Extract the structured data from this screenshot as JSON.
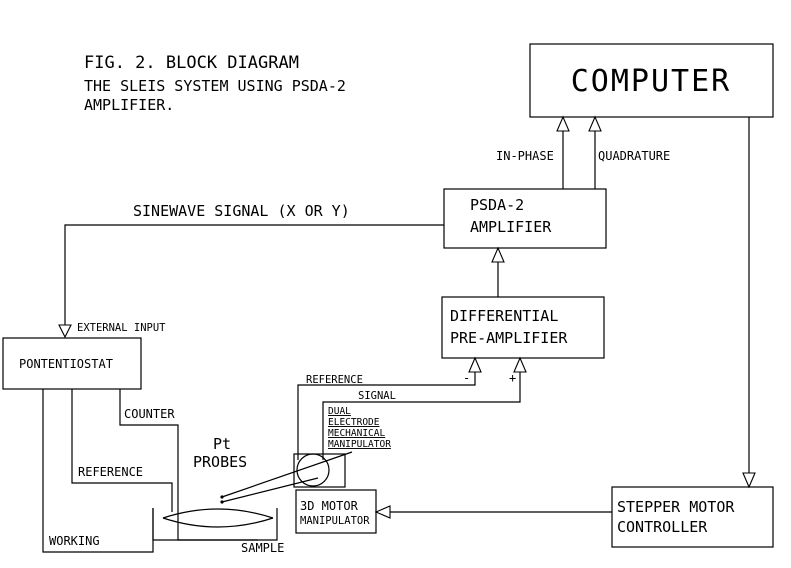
{
  "title": {
    "line1": "FIG. 2. BLOCK DIAGRAM",
    "line2": "THE SLEIS SYSTEM USING PSDA-2",
    "line3": "AMPLIFIER."
  },
  "blocks": {
    "computer": "COMPUTER",
    "psda_line1": "PSDA-2",
    "psda_line2": "AMPLIFIER",
    "diff_line1": "DIFFERENTIAL",
    "diff_line2": "PRE-AMPLIFIER",
    "potentiostat": "PONTENTIOSTAT",
    "motor3d_line1": "3D MOTOR",
    "motor3d_line2": "MANIPULATOR",
    "stepper_line1": "STEPPER MOTOR",
    "stepper_line2": "CONTROLLER"
  },
  "labels": {
    "in_phase": "IN-PHASE",
    "quadrature": "QUADRATURE",
    "sinewave": "SINEWAVE SIGNAL  (X OR Y)",
    "external_input": "EXTERNAL INPUT",
    "reference_top": "REFERENCE",
    "signal": "SIGNAL",
    "minus": "-",
    "plus": "+",
    "counter": "COUNTER",
    "reference_left": "REFERENCE",
    "working": "WORKING",
    "sample": "SAMPLE",
    "pt": "Pt",
    "probes": "PROBES",
    "manip_line1": "DUAL",
    "manip_line2": "ELECTRODE",
    "manip_line3": "MECHANICAL",
    "manip_line4": "MANIPULATOR"
  }
}
